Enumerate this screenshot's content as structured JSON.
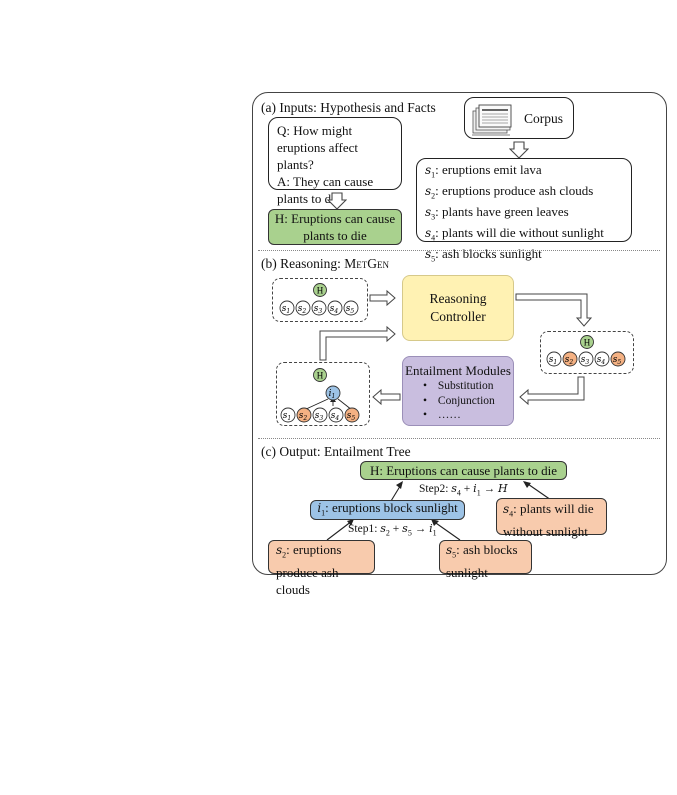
{
  "sections": {
    "a_title": "(a) Inputs: Hypothesis and Facts",
    "b_title_prefix": "(b) Reasoning: ",
    "b_title_name": "MetGen",
    "c_title": "(c) Output: Entailment Tree"
  },
  "inputs": {
    "question": "Q: How might eruptions affect plants?",
    "answer": "A: They can cause plants to die",
    "hypothesis": "H: Eruptions can cause plants to die",
    "corpus_label": "Corpus",
    "facts": [
      {
        "id": "s",
        "sub": "1",
        "text": ": eruptions emit lava"
      },
      {
        "id": "s",
        "sub": "2",
        "text": ": eruptions produce ash clouds"
      },
      {
        "id": "s",
        "sub": "3",
        "text": ": plants have green leaves"
      },
      {
        "id": "s",
        "sub": "4",
        "text": ": plants will die without sunlight"
      },
      {
        "id": "s",
        "sub": "5",
        "text": ": ash blocks sunlight"
      }
    ]
  },
  "reasoning": {
    "controller_label": "Reasoning Controller",
    "modules_title": "Entailment Modules",
    "modules": [
      "Substitution",
      "Conjunction",
      "……"
    ],
    "node_h": "H",
    "node_i": "i",
    "node_i_sub": "1",
    "fact_nodes": [
      "1",
      "2",
      "3",
      "4",
      "5"
    ]
  },
  "output": {
    "root": "H: Eruptions can cause plants to die",
    "step2": "Step2: ",
    "step1": "Step1: ",
    "i1_text": ": eruptions block sunlight",
    "s4_text": ": plants will die without sunlight",
    "s2_text": ": eruptions produce ash clouds",
    "s5_text": ": ash blocks sunlight"
  },
  "colors": {
    "hypothesis": "#a9d18e",
    "intermediate": "#9dc3e6",
    "fact_selected": "#f4b183",
    "controller": "#fff2b3",
    "modules": "#c9bedf"
  }
}
